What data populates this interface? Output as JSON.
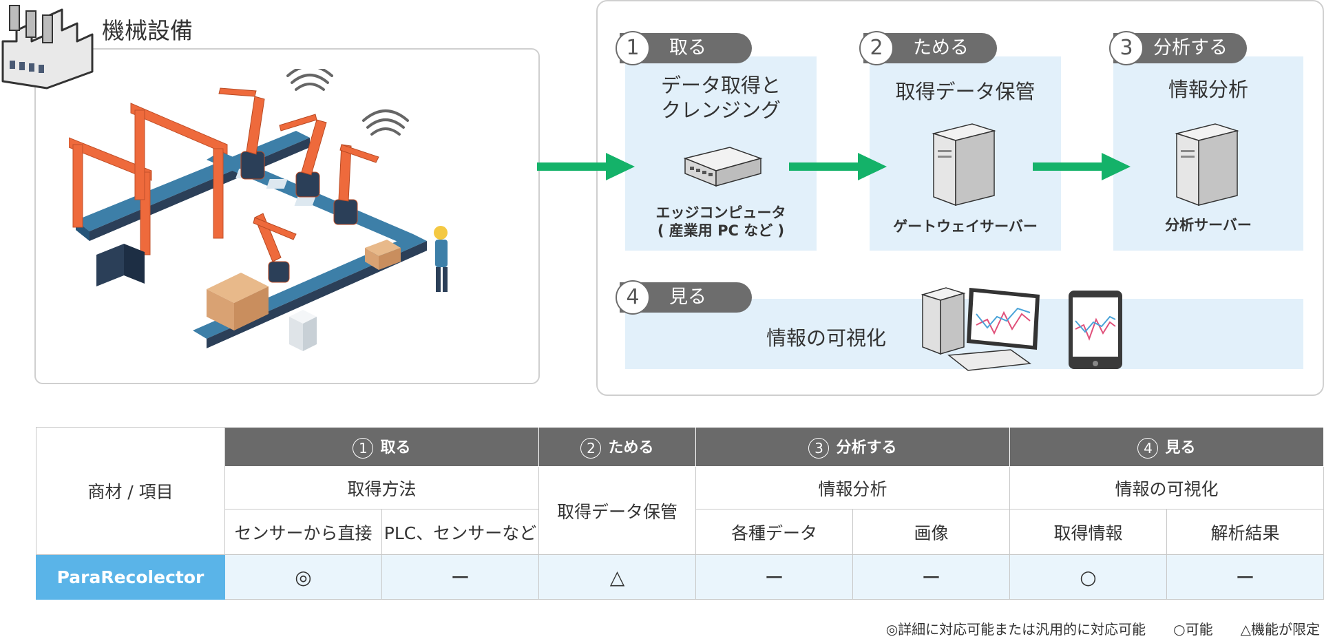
{
  "machine": {
    "title": "機械設備"
  },
  "steps": [
    {
      "num": "1",
      "label": "取る",
      "title": "データ取得と\nクレンジング",
      "device": "エッジコンピュータ\n( 産業用 PC など )"
    },
    {
      "num": "2",
      "label": "ためる",
      "title": "取得データ保管",
      "device": "ゲートウェイサーバー"
    },
    {
      "num": "3",
      "label": "分析する",
      "title": "情報分析",
      "device": "分析サーバー"
    },
    {
      "num": "4",
      "label": "見る",
      "title": "情報の可視化"
    }
  ],
  "table": {
    "corner": "商材 / 項目",
    "groups": [
      {
        "num": "1",
        "label": "取る",
        "sub": "取得方法",
        "items": [
          "センサーから直接",
          "PLC、センサーなど"
        ]
      },
      {
        "num": "2",
        "label": "ためる",
        "sub": "取得データ保管"
      },
      {
        "num": "3",
        "label": "分析する",
        "sub": "情報分析",
        "items": [
          "各種データ",
          "画像"
        ]
      },
      {
        "num": "4",
        "label": "見る",
        "sub": "情報の可視化",
        "items": [
          "取得情報",
          "解析結果"
        ]
      }
    ],
    "product": "ParaRecolector",
    "values": [
      "◎",
      "ー",
      "△",
      "ー",
      "ー",
      "○",
      "ー"
    ]
  },
  "legend": [
    "◎詳細に対応可能または汎用的に対応可能",
    "○可能",
    "△機能が限定"
  ],
  "colors": {
    "arrow": "#14b269",
    "pill": "#6d6d6d",
    "box": "#e2f0fa",
    "product": "#5ab4e8",
    "robot": "#ee6a3c",
    "conveyor": "#3d7fa8"
  }
}
